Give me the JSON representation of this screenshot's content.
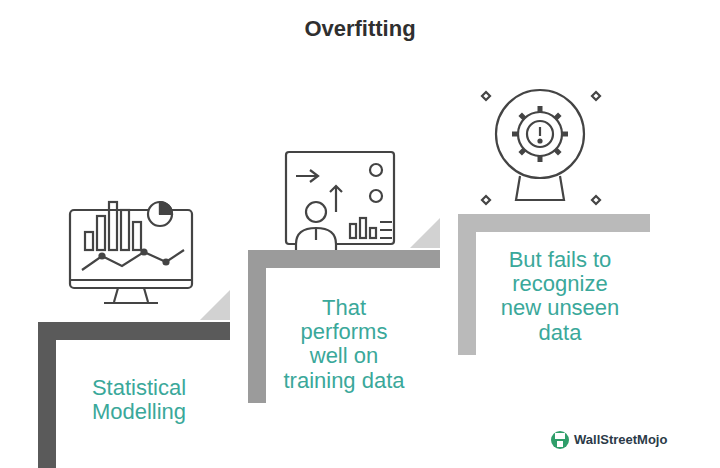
{
  "diagram": {
    "title": "Overfitting",
    "nodes": [
      {
        "text": [
          "Statistical Modelling"
        ]
      },
      {
        "text": [
          "That performs well on training data"
        ]
      },
      {
        "text": [
          "But fails to recognize new unseen data"
        ]
      }
    ],
    "labels": [
      "WallStreetMojo"
    ]
  }
}
